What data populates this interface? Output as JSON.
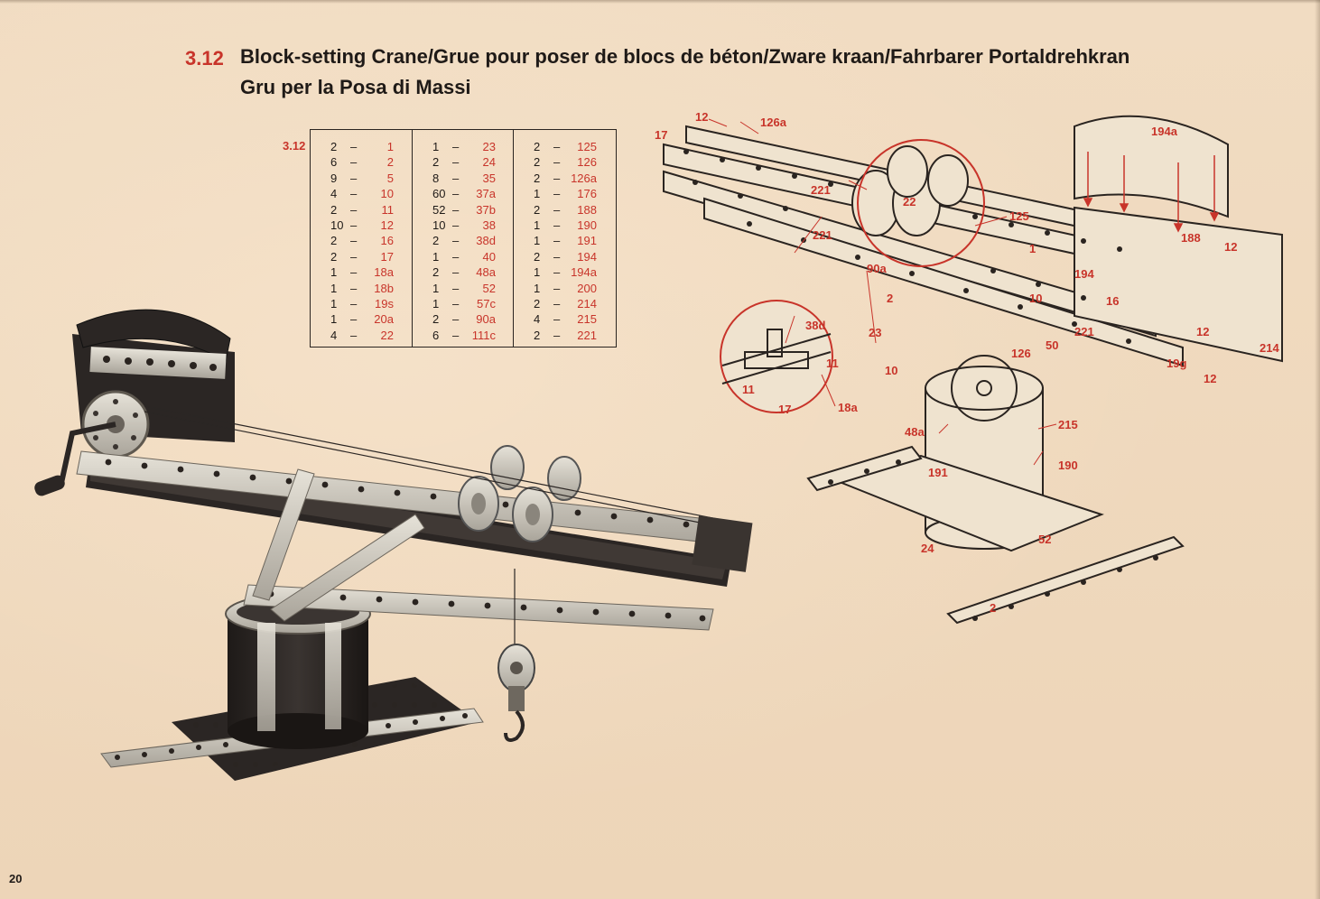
{
  "header": {
    "model_number": "3.12",
    "title_line1": "Block-setting Crane/Grue pour poser de blocs de béton/Zware kraan/Fahrbarer Portaldrehkran",
    "title_line2": "Gru per la Posa di  Massi"
  },
  "parts_list": {
    "label": "3.12",
    "columns": [
      [
        {
          "qty": "2",
          "part": "1"
        },
        {
          "qty": "6",
          "part": "2"
        },
        {
          "qty": "9",
          "part": "5"
        },
        {
          "qty": "4",
          "part": "10"
        },
        {
          "qty": "2",
          "part": "11"
        },
        {
          "qty": "10",
          "part": "12"
        },
        {
          "qty": "2",
          "part": "16"
        },
        {
          "qty": "2",
          "part": "17"
        },
        {
          "qty": "1",
          "part": "18a"
        },
        {
          "qty": "1",
          "part": "18b"
        },
        {
          "qty": "1",
          "part": "19s"
        },
        {
          "qty": "1",
          "part": "20a"
        },
        {
          "qty": "4",
          "part": "22"
        }
      ],
      [
        {
          "qty": "1",
          "part": "23"
        },
        {
          "qty": "2",
          "part": "24"
        },
        {
          "qty": "8",
          "part": "35"
        },
        {
          "qty": "60",
          "part": "37a"
        },
        {
          "qty": "52",
          "part": "37b"
        },
        {
          "qty": "10",
          "part": "38"
        },
        {
          "qty": "2",
          "part": "38d"
        },
        {
          "qty": "1",
          "part": "40"
        },
        {
          "qty": "2",
          "part": "48a"
        },
        {
          "qty": "1",
          "part": "52"
        },
        {
          "qty": "1",
          "part": "57c"
        },
        {
          "qty": "2",
          "part": "90a"
        },
        {
          "qty": "6",
          "part": "111c"
        }
      ],
      [
        {
          "qty": "2",
          "part": "125"
        },
        {
          "qty": "2",
          "part": "126"
        },
        {
          "qty": "2",
          "part": "126a"
        },
        {
          "qty": "1",
          "part": "176"
        },
        {
          "qty": "2",
          "part": "188"
        },
        {
          "qty": "1",
          "part": "190"
        },
        {
          "qty": "1",
          "part": "191"
        },
        {
          "qty": "2",
          "part": "194"
        },
        {
          "qty": "1",
          "part": "194a"
        },
        {
          "qty": "1",
          "part": "200"
        },
        {
          "qty": "2",
          "part": "214"
        },
        {
          "qty": "4",
          "part": "215"
        },
        {
          "qty": "2",
          "part": "221"
        }
      ]
    ]
  },
  "diagram_labels": {
    "l12a": "12",
    "l126a": "126a",
    "l17": "17",
    "l194a": "194a",
    "l221a": "221",
    "l22": "22",
    "l221b": "221",
    "l125": "125",
    "l188": "188",
    "l12b": "12",
    "l194": "194",
    "l90a": "90a",
    "l16": "16",
    "l2": "2",
    "l1": "1",
    "l10a": "10",
    "l221c": "221",
    "l12c": "12",
    "l214": "214",
    "l19g": "19g",
    "l12d": "12",
    "l38d": "38d",
    "l23": "23",
    "l126": "126",
    "l50": "50",
    "l10b": "10",
    "l11a": "11",
    "l11b": "11",
    "l17b": "17",
    "l18a": "18a",
    "l215": "215",
    "l48a": "48a",
    "l190": "190",
    "l191": "191",
    "l52": "52",
    "l24": "24",
    "l2b": "2"
  },
  "footer": {
    "page_number": "20"
  },
  "colors": {
    "paper": "#efd9bf",
    "accent_red": "#c8342a",
    "ink": "#1f1a17",
    "metal_light": "#d6d2c8",
    "metal_dark": "#2b2624"
  }
}
